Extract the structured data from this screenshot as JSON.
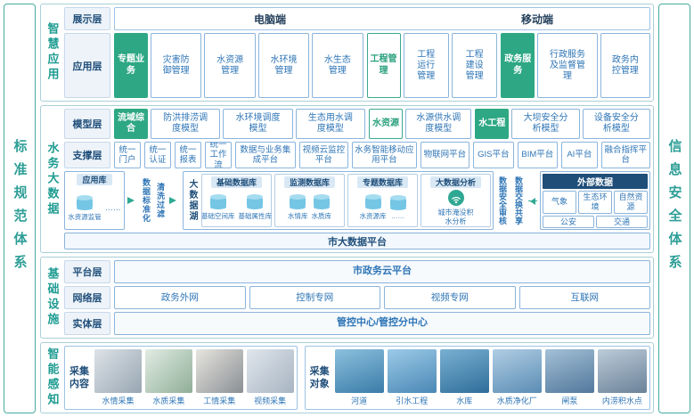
{
  "colors": {
    "teal_accent": "#2e9e97",
    "green_accent": "#2ea884",
    "blue_text": "#2e75b6",
    "dark_blue": "#1f4e79"
  },
  "frame": {
    "left_bar": "标准规范体系",
    "right_bar": "信息安全体系"
  },
  "smart_app": {
    "section_label": "智慧应用",
    "display_layer_label": "展示层",
    "pc_label": "电脑端",
    "mobile_label": "移动端",
    "app_layer_label": "应用层",
    "groups": [
      {
        "tag": "专题业务",
        "items": [
          "灾害防御管理",
          "水资源管理",
          "水环境管理",
          "水生态管理"
        ]
      },
      {
        "tag": "工程管理",
        "items": [
          "工程运行管理",
          "工程建设管理"
        ]
      },
      {
        "tag": "政务服务",
        "items": [
          "行政服务及监督管理",
          "政务内控管理"
        ]
      }
    ]
  },
  "big_data": {
    "section_label": "水务大数据",
    "model_layer_label": "模型层",
    "model_groups": [
      {
        "tag": "流域综合",
        "items": [
          "防洪排涝调度模型",
          "水环境调度模型",
          "生态用水调度模型"
        ]
      },
      {
        "tag": "水资源",
        "items": [
          "水源供水调度模型"
        ]
      },
      {
        "tag": "水工程",
        "items": [
          "大坝安全分析模型",
          "设备安全分析模型"
        ]
      }
    ],
    "support_layer_label": "支撑层",
    "support_items": [
      "统一门户",
      "统一认证",
      "统一报表",
      "统一工作流",
      "数据与业务集成平台",
      "视频云监控平台",
      "水务智能移动应用平台",
      "物联网平台",
      "GIS平台",
      "BIM平台",
      "AI平台",
      "融合指挥平台"
    ],
    "app_db": {
      "tab": "应用库",
      "cylinder_label": "水资源监管",
      "dots": "……"
    },
    "filter_line1": "数据标准化",
    "filter_line2": "清洗过滤",
    "lake_label": "大数据湖",
    "lake_groups": [
      {
        "tab": "基础数据库",
        "cylinders": [
          "基础空间库",
          "基础属性库"
        ]
      },
      {
        "tab": "监测数据库",
        "cylinders": [
          "水情库",
          "水质库"
        ]
      },
      {
        "tab": "专题数据库",
        "cylinders": [
          "水资源库",
          "……"
        ]
      },
      {
        "tab": "大数据分析",
        "analysis_label": "城市淹没积水分析"
      }
    ],
    "audit_label": "数据安全审核",
    "exchange_label": "数据交换共享",
    "external": {
      "header": "外部数据",
      "row1": [
        "气象",
        "生态环境",
        "自然资源"
      ],
      "row2": [
        "公安",
        "交通"
      ]
    },
    "platform_bar": "市大数据平台"
  },
  "infra": {
    "section_label": "基础设施",
    "platform_layer": {
      "label": "平台层",
      "item": "市政务云平台"
    },
    "network_layer": {
      "label": "网络层",
      "items": [
        "政务外网",
        "控制专网",
        "视频专网",
        "互联网"
      ]
    },
    "entity_layer": {
      "label": "实体层",
      "item": "管控中心/管控分中心"
    }
  },
  "sensing": {
    "section_label": "智能感知",
    "content_panel": {
      "label": "采集内容",
      "items": [
        "水情采集",
        "水质采集",
        "工情采集",
        "视频采集"
      ]
    },
    "object_panel": {
      "label": "采集对象",
      "items": [
        "河道",
        "引水工程",
        "水库",
        "水质净化厂",
        "闸泵",
        "内涝积水点"
      ]
    }
  }
}
